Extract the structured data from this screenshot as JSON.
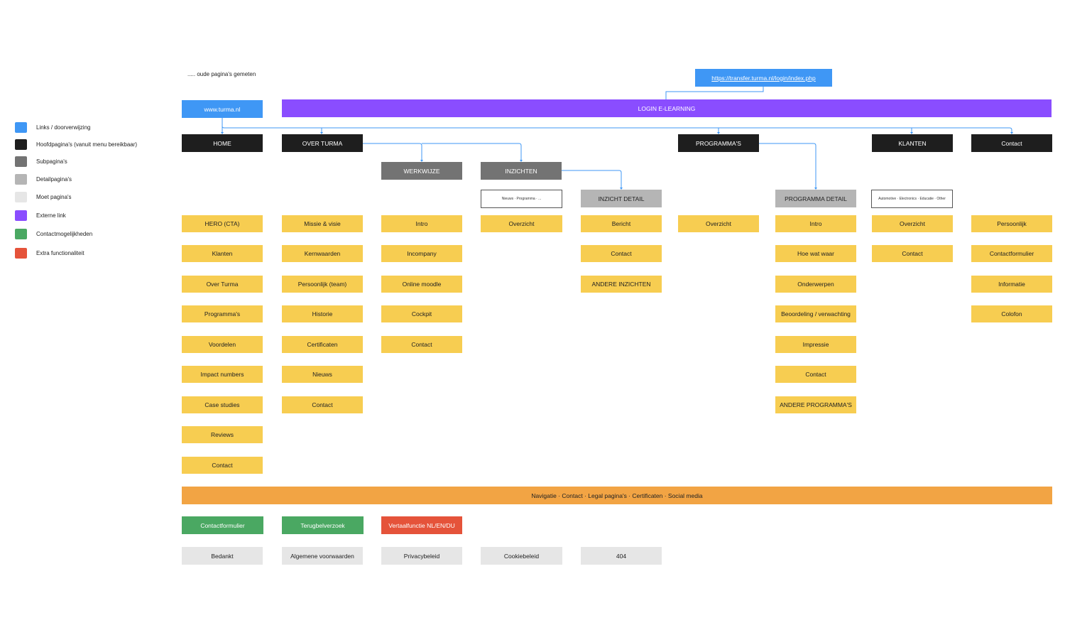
{
  "colors": {
    "link": "#3f97f5",
    "main": "#1e1e1e",
    "sub": "#737373",
    "detail": "#b5b5b5",
    "must": "#e6e6e6",
    "external": "#8a4dff",
    "contact": "#4aa862",
    "extra": "#e5533a",
    "content": "#f7cd51",
    "footer": "#f2a444",
    "connector": "#3f97f5"
  },
  "note": "..... oude pagina's gemeten",
  "legend": [
    {
      "label": "Links / doorverwijzing",
      "color": "#3f97f5"
    },
    {
      "label": "Hoofdpagina's (vanuit menu bereikbaar)",
      "color": "#1e1e1e"
    },
    {
      "label": "Subpagina's",
      "color": "#737373"
    },
    {
      "label": "Detailpagina's",
      "color": "#b5b5b5"
    },
    {
      "label": "Moet pagina's",
      "color": "#e6e6e6"
    },
    {
      "label": "Externe link",
      "color": "#8a4dff"
    },
    {
      "label": "Contactmogelijkheden",
      "color": "#4aa862"
    },
    {
      "label": "Extra functionaliteit",
      "color": "#e5533a"
    }
  ],
  "top": {
    "external_url": "https://transfer.turma.nl/login/index.php",
    "site": "www.turma.nl",
    "login": "LOGIN E-LEARNING"
  },
  "main_nav": {
    "home": "HOME",
    "over_turma": "OVER TURMA",
    "programmas": "PROGRAMMA'S",
    "klanten": "KLANTEN",
    "contact": "Contact"
  },
  "sub_pages": {
    "werkwijze": "WERKWIJZE",
    "inzichten": "INZICHTEN",
    "inzicht_detail": "INZICHT DETAIL",
    "programma_detail": "PROGRAMMA DETAIL",
    "inzichten_filter": "Nieuws · Programma · ...",
    "klanten_filter": "Automotive · Electronics · Educatie · Other"
  },
  "columns": {
    "home": [
      "HERO (CTA)",
      "Klanten",
      "Over Turma",
      "Programma's",
      "Voordelen",
      "Impact numbers",
      "Case studies",
      "Reviews",
      "Contact"
    ],
    "over_turma": [
      "Missie & visie",
      "Kernwaarden",
      "Persoonlijk (team)",
      "Historie",
      "Certificaten",
      "Nieuws",
      "Contact"
    ],
    "werkwijze": [
      "Intro",
      "Incompany",
      "Online moodle",
      "Cockpit",
      "Contact"
    ],
    "inzichten": [
      "Overzicht"
    ],
    "inzicht_detail": [
      "Bericht",
      "Contact",
      "ANDERE INZICHTEN"
    ],
    "programmas": [
      "Overzicht"
    ],
    "programma_detail": [
      "Intro",
      "Hoe wat waar",
      "Onderwerpen",
      "Beoordeling / verwachting",
      "Impressie",
      "Contact",
      "ANDERE PROGRAMMA'S"
    ],
    "klanten": [
      "Overzicht",
      "Contact"
    ],
    "contact": [
      "Persoonlijk",
      "Contactformulier",
      "Informatie",
      "Colofon"
    ]
  },
  "footer_bar": "Navigatie · Contact · Legal pagina's · Certificaten · Social media",
  "extras": {
    "contactformulier": "Contactformulier",
    "terugbelverzoek": "Terugbelverzoek",
    "vertaalfunctie": "Vertaalfunctie NL/EN/DU"
  },
  "must_pages": [
    "Bedankt",
    "Algemene voorwaarden",
    "Privacybeleid",
    "Cookiebeleid",
    "404"
  ]
}
